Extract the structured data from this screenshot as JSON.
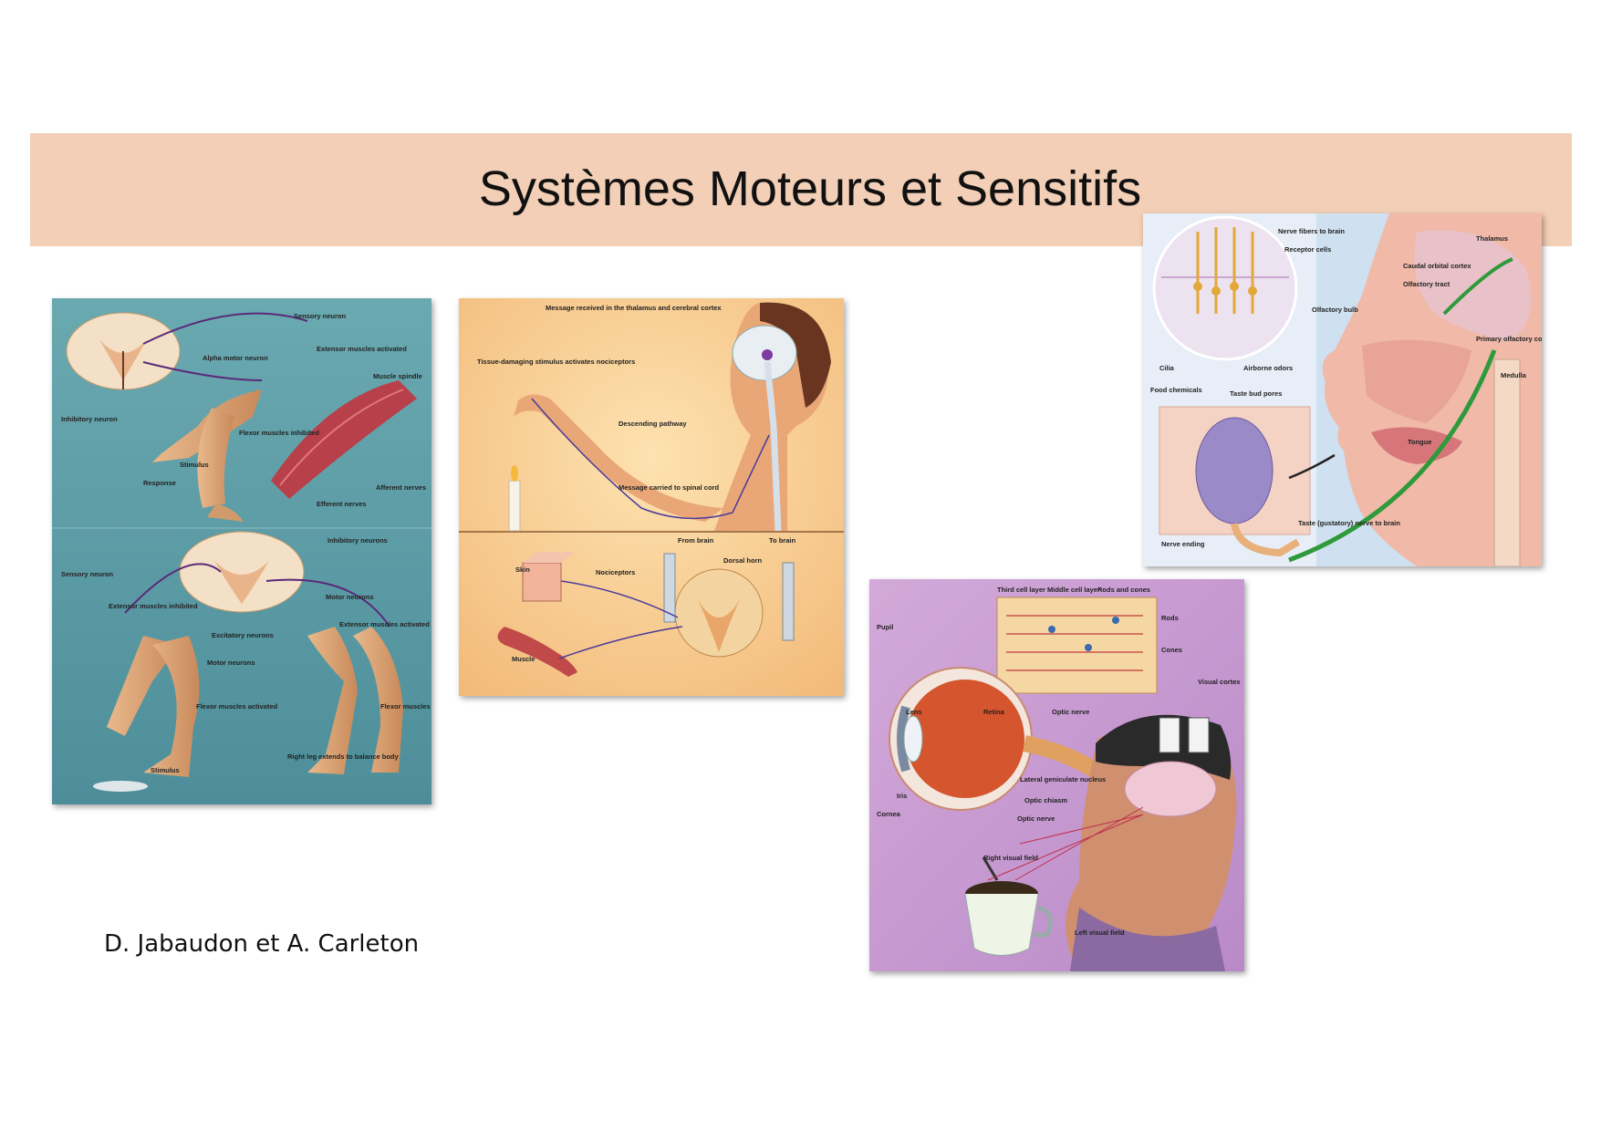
{
  "slide": {
    "title": "Systèmes Moteurs et Sensitifs",
    "author": "D. Jabaudon et A. Carleton",
    "accent_band_color": "#f2cfb6"
  },
  "figures": {
    "reflex": {
      "labels": {
        "sensory_neuron_top": "Sensory neuron",
        "alpha_motor_neuron": "Alpha motor neuron",
        "extensor_activated": "Extensor muscles activated",
        "muscle_spindle": "Muscle spindle",
        "inhibitory_neuron": "Inhibitory neuron",
        "flexor_inhibited": "Flexor muscles inhibited",
        "stimulus_top": "Stimulus",
        "response": "Response",
        "afferent_nerves": "Afferent nerves",
        "efferent_nerves": "Efferent nerves",
        "inhibitory_neurons": "Inhibitory neurons",
        "sensory_neuron_bottom": "Sensory neuron",
        "extensor_inhibited": "Extensor muscles inhibited",
        "motor_neurons_right": "Motor neurons",
        "extensor_activated_2": "Extensor muscles activated",
        "excitatory_neurons": "Excitatory neurons",
        "motor_neurons": "Motor neurons",
        "flexor_activated": "Flexor muscles activated",
        "flexor_inhibited_2": "Flexor muscles inhibited",
        "right_leg": "Right leg extends to balance body",
        "stimulus_bottom": "Stimulus"
      }
    },
    "pain": {
      "labels": {
        "thalamus": "Message received in the thalamus and cerebral cortex",
        "tissue": "Tissue-damaging stimulus activates nociceptors",
        "descending": "Descending pathway",
        "message_spinal": "Message carried to spinal cord",
        "from_brain": "From brain",
        "to_brain": "To brain",
        "skin": "Skin",
        "nociceptors": "Nociceptors",
        "dorsal_horn": "Dorsal horn",
        "muscle": "Muscle"
      }
    },
    "smell": {
      "labels": {
        "nerve_fibers": "Nerve fibers to brain",
        "receptor_cells": "Receptor cells",
        "thalamus": "Thalamus",
        "caudal_orbital": "Caudal orbital cortex",
        "olfactory_tract": "Olfactory tract",
        "olfactory_bulb": "Olfactory bulb",
        "primary_olfactory": "Primary olfactory cortex",
        "cilia": "Cilia",
        "airborne_odors": "Airborne odors",
        "medulla": "Medulla",
        "food_chemicals": "Food chemicals",
        "taste_bud_pores": "Taste bud pores",
        "tongue": "Tongue",
        "taste_nerve": "Taste (gustatory) nerve to brain",
        "nerve_ending": "Nerve ending"
      }
    },
    "vision": {
      "labels": {
        "third_cell": "Third cell layer",
        "middle_cell": "Middle cell layer",
        "rods_cones": "Rods and cones",
        "rods": "Rods",
        "cones": "Cones",
        "pupil": "Pupil",
        "lens": "Lens",
        "retina": "Retina",
        "optic_nerve_eye": "Optic nerve",
        "visual_cortex": "Visual cortex",
        "iris": "Iris",
        "cornea": "Cornea",
        "lgn": "Lateral geniculate nucleus",
        "optic_chiasm": "Optic chiasm",
        "optic_nerve": "Optic nerve",
        "right_field": "Right visual field",
        "left_field": "Left visual field"
      }
    }
  }
}
